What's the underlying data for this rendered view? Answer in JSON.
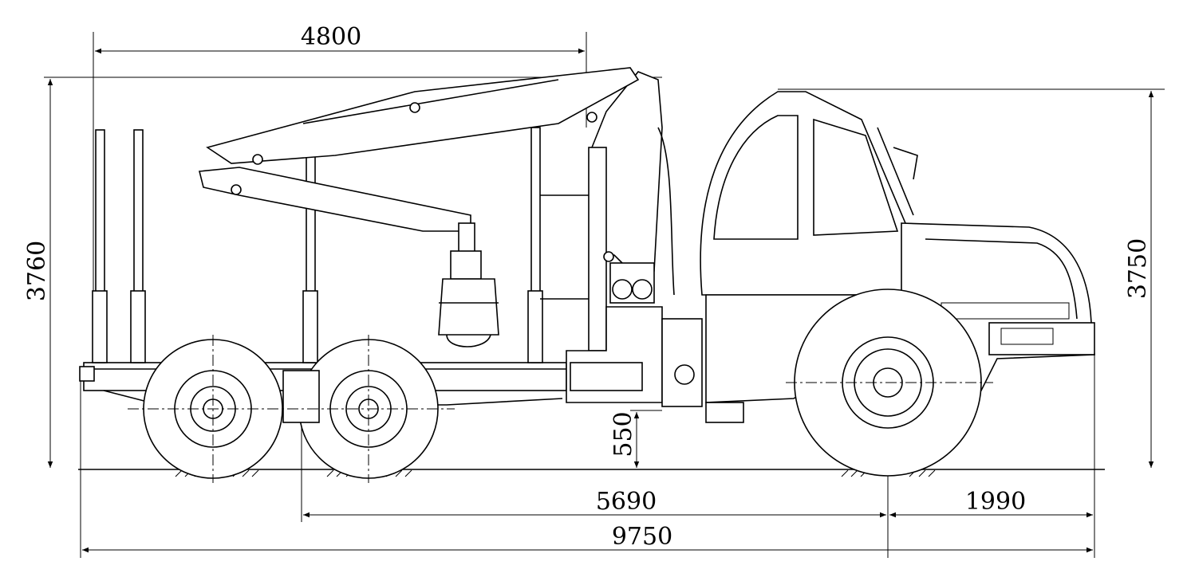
{
  "title": "Forwarder overall dimensions drawing",
  "dimensions": {
    "crane_reach": "4800",
    "overall_height_crane": "3760",
    "cab_height": "3750",
    "ground_clearance": "550",
    "wheelbase": "5690",
    "front_overhang": "1990",
    "overall_length": "9750"
  },
  "colors": {
    "line": "#000000",
    "background": "#ffffff"
  }
}
